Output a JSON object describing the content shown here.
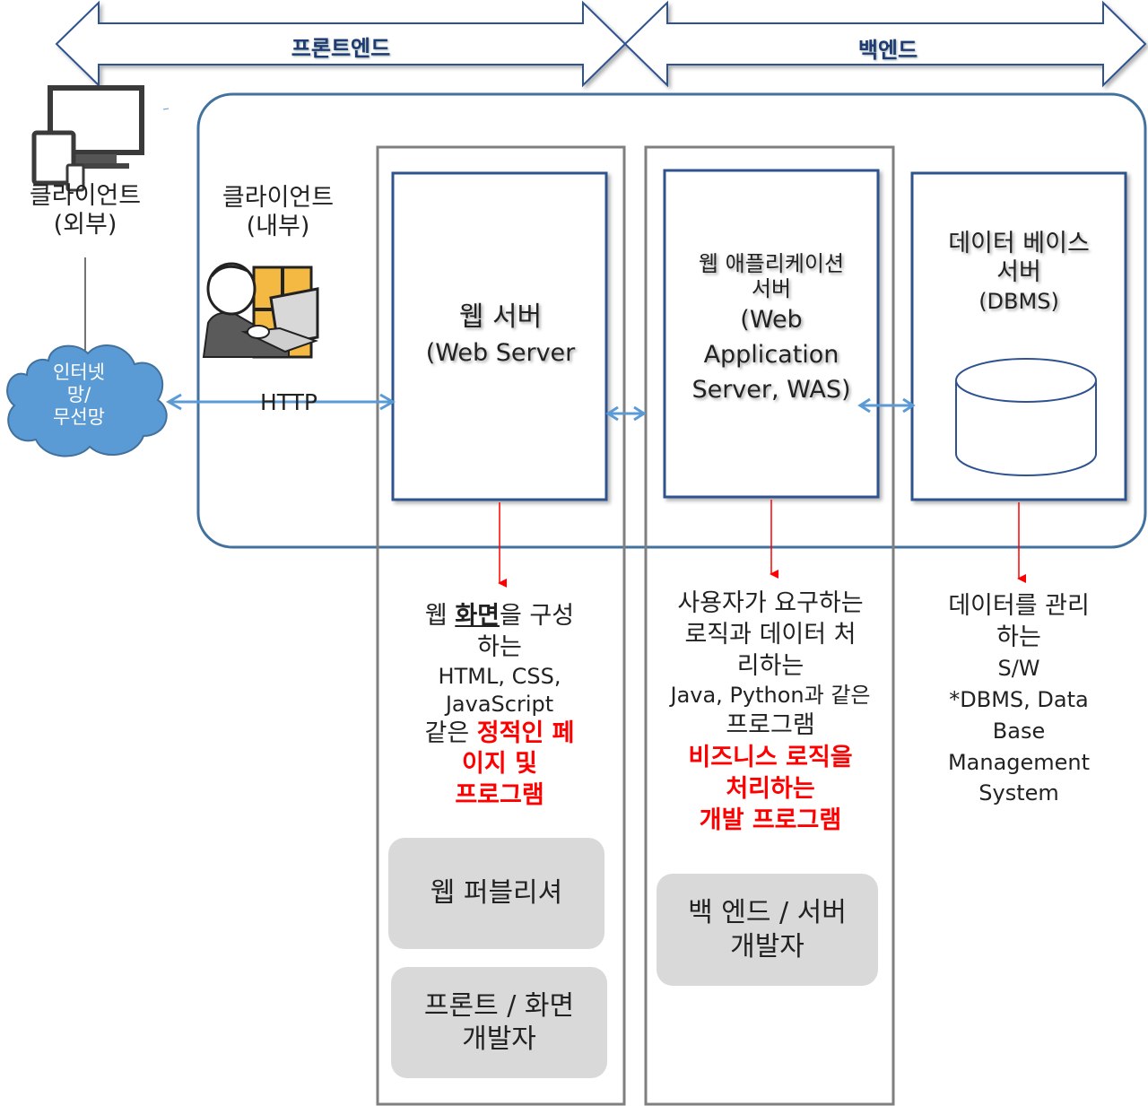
{
  "top_arrows": {
    "frontend": "프론트엔드",
    "backend": "백엔드"
  },
  "client_external": {
    "line1": "클라이언트",
    "line2": "(외부)"
  },
  "client_internal": {
    "line1": "클라이언트",
    "line2": "(내부)"
  },
  "cloud": {
    "line1": "인터넷",
    "line2": "망/",
    "line3": "무선망"
  },
  "http_label": "HTTP",
  "web_server": {
    "line1": "웹 서버",
    "line2": "(Web Server"
  },
  "was": {
    "line1": "웹 애플리케이션",
    "line2": "서버",
    "line3": "(Web",
    "line4": "Application",
    "line5": "Server, WAS)"
  },
  "db_server": {
    "line1": "데이터 베이스",
    "line2": "서버",
    "line3": "(DBMS)"
  },
  "web_desc": {
    "l1_pre": "웹 ",
    "l1_bold": "화면",
    "l1_post": "을 구성",
    "l2": "하는",
    "l3": "HTML, CSS,",
    "l4": "JavaScript",
    "l5_pre": "같은 ",
    "l5_red": "정적인 페",
    "l6_red": "이지 및",
    "l7_red": "프로그램"
  },
  "was_desc": {
    "l1": "사용자가 요구하는",
    "l2": "로직과 데이터 처",
    "l3": "리하는",
    "l4": "Java, Python과 같은",
    "l5": "프로그램",
    "l6_red": "비즈니스 로직을",
    "l7_red": "처리하는",
    "l8_red": "개발 프로그램"
  },
  "db_desc": {
    "l1": "데이터를 관리",
    "l2": "하는",
    "l3": "S/W",
    "l4": "*DBMS, Data",
    "l5": "Base",
    "l6": "Management",
    "l7": "System"
  },
  "roles": {
    "web_publisher": "웹 퍼블리셔",
    "frontend_dev_l1": "프론트 / 화면",
    "frontend_dev_l2": "개발자",
    "backend_dev_l1": "백 엔드 / 서버",
    "backend_dev_l2": "개발자"
  },
  "colors": {
    "frame_blue": "#41719c",
    "box_blue": "#2f528f",
    "connector_blue": "#5b9bd5",
    "cloud_blue": "#5b9bd5",
    "red": "#ff0000",
    "gray_border": "#7f7f7f",
    "role_bg": "#d9d9d9"
  }
}
